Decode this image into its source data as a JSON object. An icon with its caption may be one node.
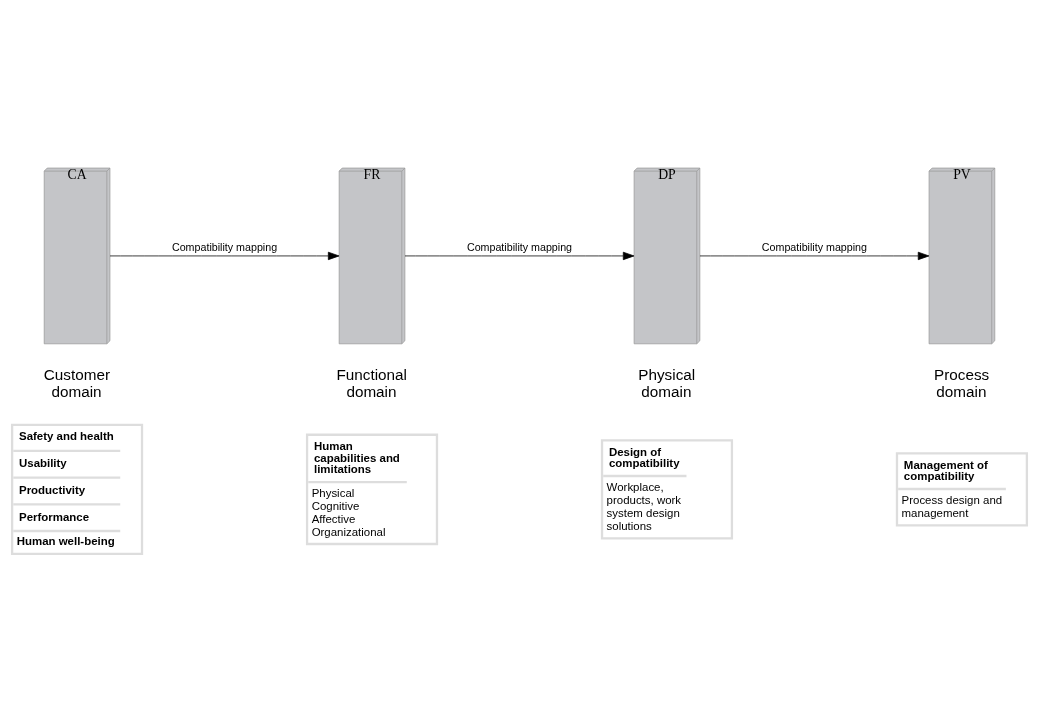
{
  "diagram": {
    "nodes": [
      {
        "text": [
          "CA"
        ],
        "beside": [
          "Customer domain"
        ]
      },
      {
        "text": [
          "FR"
        ],
        "beside": [
          "Functional domain"
        ]
      },
      {
        "text": [
          "DP"
        ],
        "beside": [
          "Physical domain"
        ]
      },
      {
        "text": [
          "PV"
        ],
        "beside": [
          "Process domain"
        ]
      },
      {
        "text": [
          "Safety and health",
          "Usability",
          "Productivity",
          "Performance",
          "Human well-being"
        ]
      },
      {
        "text": [
          "Human capabilities and limitations",
          "Physical Cognitive Affective Organizational"
        ]
      },
      {
        "text": [
          "Design of compatibility",
          "Workplace, products, work system design solutions"
        ]
      },
      {
        "text": [
          "Management of compatibility",
          "Process design and management"
        ]
      }
    ],
    "edges": [
      {
        "from": 0,
        "to": 1,
        "arrow": "to",
        "label": "Compatibility mapping"
      },
      {
        "from": 1,
        "to": 2,
        "arrow": "to",
        "label": "Compatibility mapping"
      },
      {
        "from": 2,
        "to": 3,
        "arrow": "to",
        "label": "Compatibility mapping"
      }
    ]
  }
}
